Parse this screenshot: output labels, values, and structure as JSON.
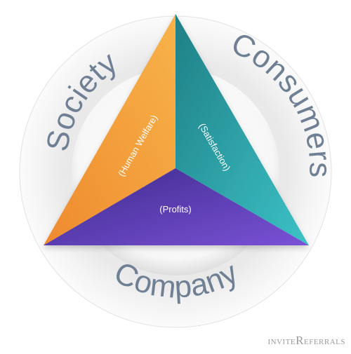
{
  "outer_labels": {
    "society": "Society",
    "consumers": "Consumers",
    "company": "Company"
  },
  "inner_labels": {
    "human_welfare": "(Human Welfare)",
    "satisfaction": "(Satisfaction)",
    "profits": "(Profits)"
  },
  "watermark": {
    "prefix": "INVITE",
    "initial": "R",
    "rest": "EFERRALS"
  },
  "colors": {
    "society_face": "#f2a13a",
    "consumers_face": "#2aa2a6",
    "company_face": "#5b3fb0",
    "outer_text": "#6f8094"
  }
}
